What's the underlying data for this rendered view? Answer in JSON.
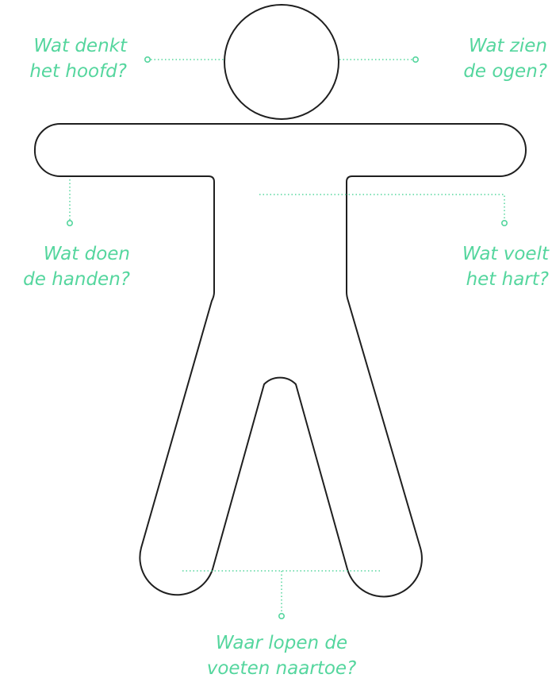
{
  "colors": {
    "outline": "#1f1f1f",
    "accent": "#55d69e",
    "background": "#ffffff"
  },
  "labels": {
    "head": [
      "Wat denkt",
      "het hoofd?"
    ],
    "eyes": [
      "Wat zien",
      "de ogen?"
    ],
    "hands": [
      "Wat doen",
      "de handen?"
    ],
    "heart": [
      "Wat voelt",
      "het hart?"
    ],
    "feet": [
      "Waar lopen de",
      "voeten naartoe?"
    ]
  }
}
